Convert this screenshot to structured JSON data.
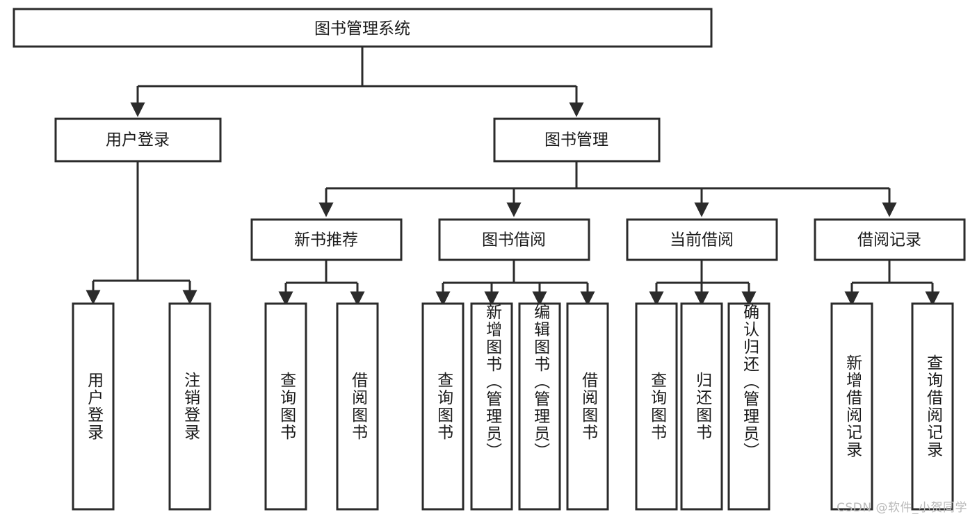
{
  "diagram": {
    "kind": "functional-structure-tree",
    "title": "图书管理系统",
    "colors": {
      "box_stroke": "#2b2b2b",
      "box_fill": "#ffffff",
      "text": "#1a1a1a",
      "background": "#ffffff",
      "watermark": "#b9b9b9"
    },
    "root": {
      "label": "图书管理系统"
    },
    "level2": [
      {
        "label": "用户登录"
      },
      {
        "label": "图书管理"
      }
    ],
    "level3": [
      {
        "label": "新书推荐"
      },
      {
        "label": "图书借阅"
      },
      {
        "label": "当前借阅"
      },
      {
        "label": "借阅记录"
      }
    ],
    "leaves": {
      "user_login": [
        {
          "label": "用户登录"
        },
        {
          "label": "注销登录"
        }
      ],
      "new_book_recommend": [
        {
          "label": "查询图书"
        },
        {
          "label": "借阅图书"
        }
      ],
      "book_borrow": [
        {
          "label": "查询图书"
        },
        {
          "label": "新增图书（管理员）"
        },
        {
          "label": "编辑图书（管理员）"
        },
        {
          "label": "借阅图书"
        }
      ],
      "current_borrow": [
        {
          "label": "查询图书"
        },
        {
          "label": "归还图书"
        },
        {
          "label": "确认归还（管理员）"
        }
      ],
      "borrow_record": [
        {
          "label": "新增借阅记录"
        },
        {
          "label": "查询借阅记录"
        }
      ]
    }
  },
  "watermark": {
    "text": "CSDN @软件_小贺同学"
  }
}
